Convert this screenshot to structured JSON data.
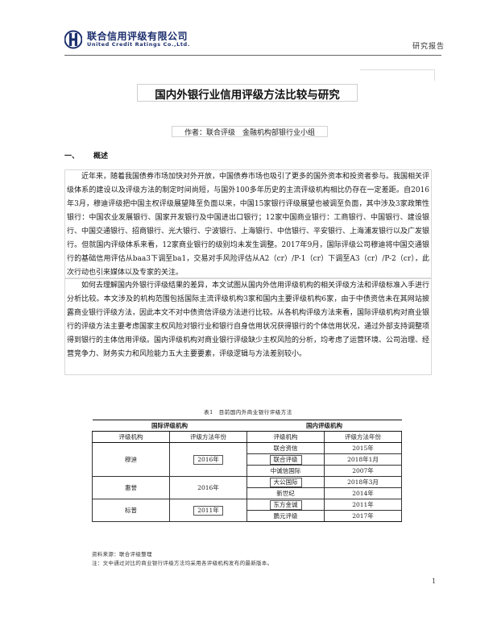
{
  "header": {
    "company_cn": "联合信用评级有限公司",
    "company_en": "United Credit Ratings Co.,Ltd.",
    "doc_type": "研究报告",
    "brand_color": "#1c2f6e"
  },
  "title": "国内外银行业信用评级方法比较与研究",
  "author": "作者：联合评级　金融机构部银行业小组",
  "section": {
    "number": "一、",
    "heading": "概述"
  },
  "paragraphs": [
    "近年来，随着我国债券市场加快对外开放，中国债券市场也吸引了更多的国外资本和投资者参与。我国相关评级体系的建设以及评级方法的制定时间尚短，与国外100多年历史的主流评级机构相比仍存在一定差距。自2016年3月，穆迪评级把中国主权评级展望降至负面以来，中国15家银行评级展望也被调至负面，其中涉及3家政策性银行：中国农业发展银行、国家开发银行及中国进出口银行；12家中国商业银行：工商银行、中国银行、建设银行、中国交通银行、招商银行、光大银行、宁波银行、上海银行、中信银行、平安银行、上海浦发银行以及广发银行。但就国内评级体系来看，12家商业银行的级别均未发生调整。2017年9月，国际评级公司穆迪将中国交通银行的基础信用评估从baa3下调至ba1，交易对手风险评估从A2（cr）/P-1（cr）下调至A3（cr）/P-2（cr），此次行动也引来媒体以及专家的关注。",
    "如何去理解国内外银行评级结果的差异，本文试图从国内外信用评级机构的相关评级方法和评级标准入手进行分析比较。本文涉及的机构范围包括国际主流评级机构3家和国内主要评级机构6家，由于中债资信未在其网站披露商业银行评级方法，因此本文不对中债资信评级方法进行比较。从各机构评级方法来看，国际评级机构对商业银行的评级方法主要考虑国家主权风险对银行业和银行自身信用状况获得银行的个体信用状况，通过外部支持调整项得到银行的主体信用评级。国内评级机构对商业银行评级缺少主权风险的分析，均考虑了运营环境、公司治理、经营竞争力、财务实力和风险能力五大主要要素，评级逻辑与方法差别较小。"
  ],
  "table": {
    "caption": "表1　目前国内外商业银行评级方法",
    "group_headers": [
      "国际评级机构",
      "国内评级机构"
    ],
    "sub_headers": [
      "评级机构",
      "评级方法年份",
      "评级机构",
      "评级方法年份"
    ],
    "intl_rows": [
      {
        "agency": "穆迪",
        "year": "2016年"
      },
      {
        "agency": "惠誉",
        "year": "2016年"
      },
      {
        "agency": "标普",
        "year": "2011年"
      }
    ],
    "dom_rows": [
      {
        "agency": "联合资信",
        "year": "2015年"
      },
      {
        "agency": "联合评级",
        "year": "2018年1月"
      },
      {
        "agency": "中诚信国际",
        "year": "2007年"
      },
      {
        "agency": "大公国际",
        "year": "2018年3月"
      },
      {
        "agency": "新世纪",
        "year": "2014年"
      },
      {
        "agency": "东方金诚",
        "year": "2011年"
      },
      {
        "agency": "鹏元评级",
        "year": "2017年"
      }
    ]
  },
  "notes": [
    "资料来源：联合评级整理",
    "注：文中通过对比的商业银行评级方法均采用各评级机构发布的最新版本。"
  ],
  "page_number": "1"
}
